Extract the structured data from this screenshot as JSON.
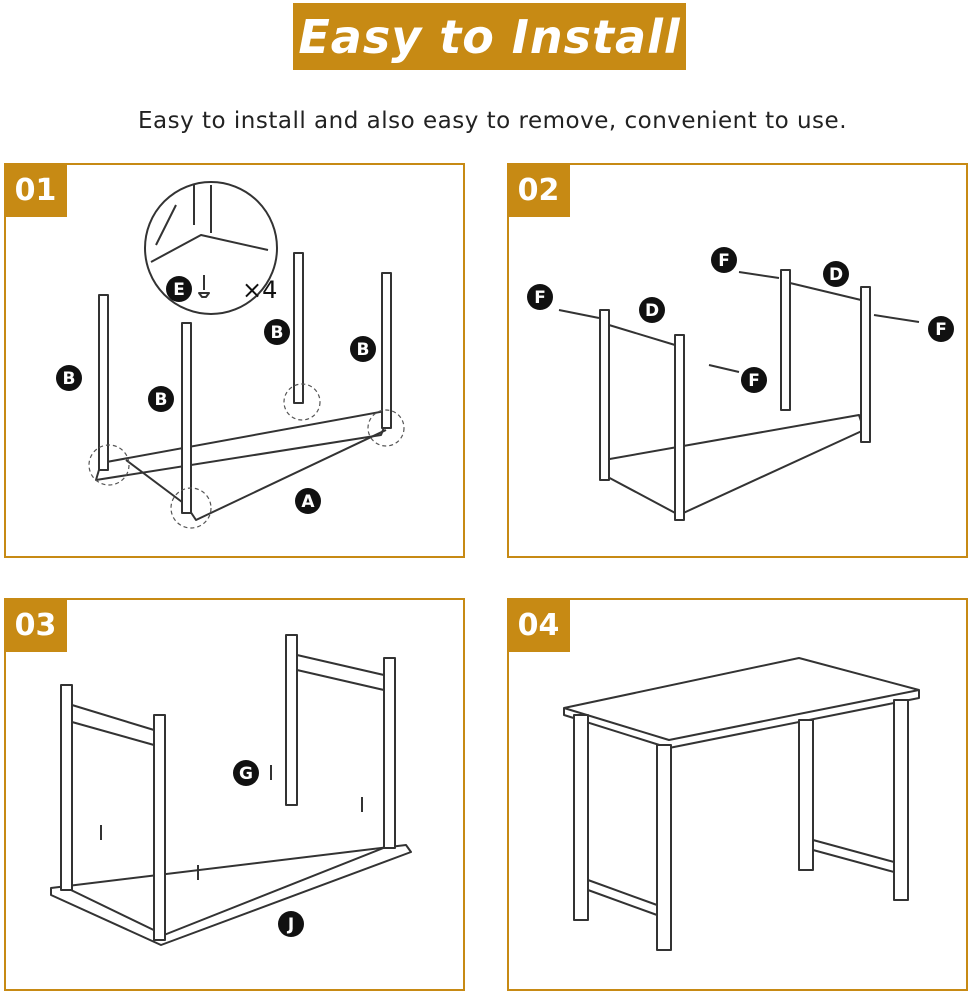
{
  "header": {
    "title": "Easy to Install",
    "subtitle": "Easy to install and also easy to remove, convenient to use."
  },
  "colors": {
    "accent": "#c78a14"
  },
  "steps": [
    {
      "number": "01",
      "labels": {
        "leg": "B",
        "frame": "A",
        "screw": "E",
        "quantity": "×4"
      }
    },
    {
      "number": "02",
      "labels": {
        "bar": "D",
        "bolt": "F"
      }
    },
    {
      "number": "03",
      "labels": {
        "screw": "G",
        "top": "J"
      }
    },
    {
      "number": "04"
    }
  ]
}
